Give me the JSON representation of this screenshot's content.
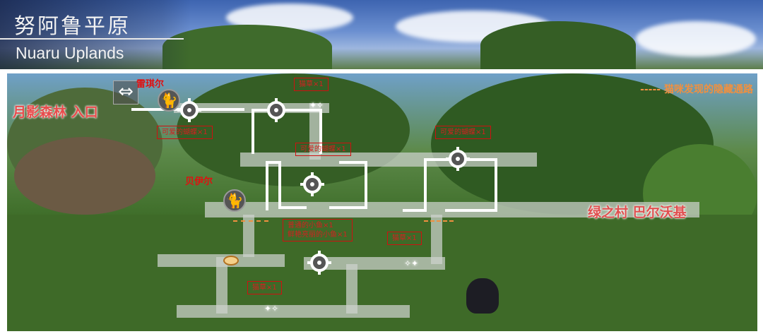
{
  "header": {
    "title_cn": "努阿鲁平原",
    "title_en": "Nuaru Uplands"
  },
  "map": {
    "places": {
      "left_exit": "月影森林 入口",
      "right_exit": "绿之村 巴尔沃基"
    },
    "legend": {
      "dash": "-----",
      "text": "猫咪发现的隐藏通路"
    },
    "cats": [
      {
        "name": "雷琪尔"
      },
      {
        "name": "贝伊尔"
      }
    ],
    "labels": {
      "catnip_top": "猫草×1",
      "butterfly_left": "可爱的蝴蝶×1",
      "butterfly_center": "可爱的蝴蝶×1",
      "butterfly_right": "可爱的蝴蝶×1",
      "fish_line1": "普通的小鱼×1",
      "fish_line2": "鲜艳亮丽的小鱼×1",
      "catnip_right": "猫草×1",
      "catnip_bottom": "猫草×1"
    },
    "colors": {
      "label_border": "#d01010",
      "dash": "#f09040",
      "place_text": "#e84c4c"
    }
  }
}
